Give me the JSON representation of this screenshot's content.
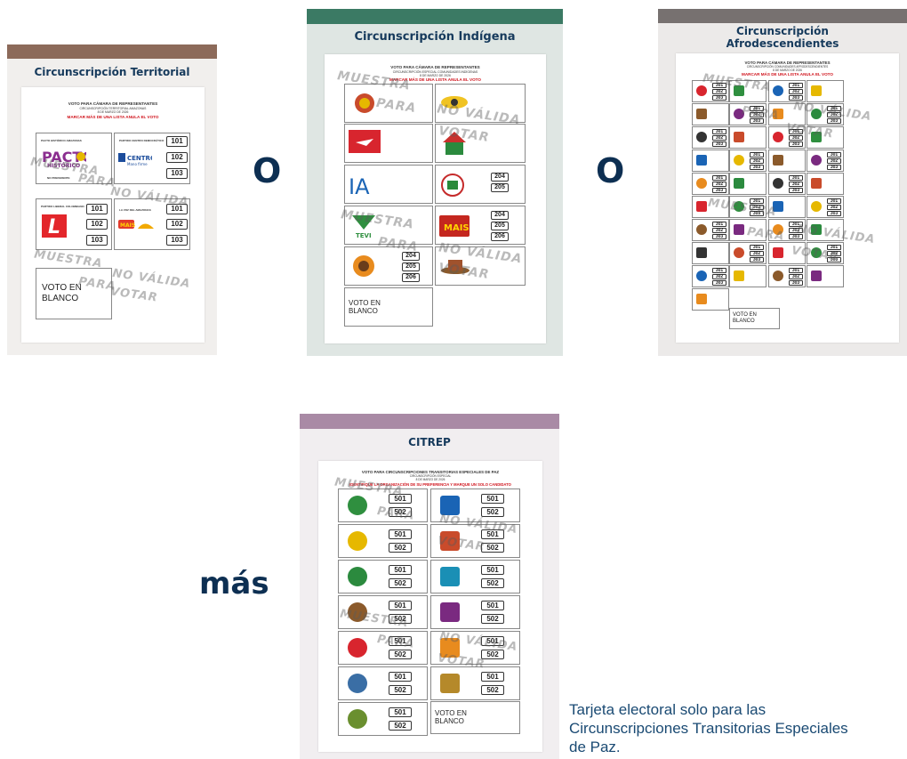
{
  "cards": {
    "territorial": {
      "title": "Circunscripción Territorial",
      "header": [
        "VOTO PARA CÁMARA DE REPRESENTANTES",
        "CIRCUNSCRIPCIÓN TERRITORIAL AMAZONAS",
        "8 DE MARZO DE 2026"
      ],
      "warning": "MARCAR MÁS DE UNA LISTA ANULA EL VOTO",
      "parties": [
        {
          "name": "PACTO HISTÓRICO AMAZONAS",
          "codes": []
        },
        {
          "name": "PARTIDO CENTRO DEMOCRÁTICO",
          "codes": [
            "101",
            "102",
            "103"
          ]
        },
        {
          "name": "PARTIDO LIBERAL COLOMBIANO",
          "codes": [
            "101",
            "102",
            "103"
          ]
        },
        {
          "name": "LA VOZ DEL AMAZONAS",
          "codes": [
            "101",
            "102",
            "103"
          ]
        }
      ],
      "blank": "VOTO EN BLANCO"
    },
    "indigena": {
      "title": "Circunscripción Indígena",
      "header": [
        "VOTO PARA CÁMARA DE REPRESENTANTES",
        "CIRCUNSCRIPCIÓN ESPECIAL COMUNIDADES INDÍGENAS",
        "8 DE MARZO DE 2026"
      ],
      "warning": "MARCAR MÁS DE UNA LISTA ANULA EL VOTO",
      "codes_a": [
        "204",
        "205"
      ],
      "codes_b": [
        "204",
        "205",
        "206"
      ],
      "codes_c": [
        "204",
        "205",
        "206"
      ],
      "blank": "VOTO EN BLANCO"
    },
    "afro": {
      "title": "Circunscripción Afrodescendientes",
      "header": [
        "VOTO PARA CÁMARA DE REPRESENTANTES",
        "CIRCUNSCRIPCIÓN COMUNIDADES AFRODESCENDIENTES",
        "8 DE MARZO DE 2026"
      ],
      "warning": "MARCAR MÁS DE UNA LISTA ANULA EL VOTO",
      "codes": [
        "301",
        "302",
        "303"
      ],
      "blank": "VOTO EN BLANCO"
    },
    "citrep": {
      "title": "CITREP",
      "header": [
        "VOTO PARA CIRCUNSCRIPCIONES TRANSITORIAS ESPECIALES DE PAZ",
        "CIRCUNSCRIPCIÓN ESPECIAL",
        "8 DE MARZO DE 2026"
      ],
      "warning": "IDENTIFIQUE LA ORGANIZACIÓN DE SU PREFERENCIA Y MARQUE UN SOLO CANDIDATO",
      "codes": [
        "501",
        "502"
      ],
      "blank": "VOTO EN BLANCO"
    }
  },
  "watermark": {
    "line1": "MUESTRA",
    "line2": "NO VÁLIDA",
    "line3": "PARA",
    "line4": "VOTAR"
  },
  "connectors": {
    "or1": "O",
    "or2": "O",
    "plus": "más"
  },
  "caption": "Tarjeta electoral solo para las Circunscripciones Transitorias Especiales de Paz.",
  "colors": {
    "navy": "#0d2f52",
    "bar_brown": "#8c6a5a",
    "bar_green": "#3b7a64",
    "bar_gray": "#777170",
    "bar_purple": "#a98aa5",
    "warning_red": "#d0121b"
  }
}
